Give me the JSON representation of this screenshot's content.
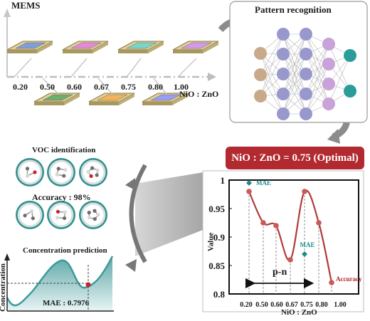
{
  "mems": {
    "axis_label": "MEMS",
    "ratio_axis_label": "NiO : ZnO",
    "ratios": [
      "0.20",
      "0.50",
      "0.60",
      "0.67",
      "0.75",
      "0.80",
      "1.00"
    ],
    "chip_colors": [
      "#7f9fd6",
      "#e48bd6",
      "#7ad6c8",
      "#d49be8",
      "#6fae6b",
      "#f3b45a",
      "#9a9df0"
    ]
  },
  "pattern": {
    "title": "Pattern recognition"
  },
  "banner": {
    "text": "NiO : ZnO = 0.75 (Optimal)"
  },
  "voc": {
    "title": "VOC identification",
    "accuracy_text": "Accuracy : 98%"
  },
  "concentration": {
    "title": "Concentration prediction",
    "ylabel": "Concentration",
    "mae_text": "MAE : 0.7976"
  },
  "chart_data": {
    "type": "line",
    "xlabel": "NiO : ZnO",
    "ylabel": "Value",
    "x_tick_labels": [
      "0.20",
      "0.50",
      "0.60",
      "0.67",
      "0.75",
      "0.80",
      "1.00"
    ],
    "y_tick_labels": [
      "0.8",
      "0.85",
      "0.9",
      "0.95",
      "1"
    ],
    "ylim": [
      0.8,
      1.0
    ],
    "annotation": "p-n",
    "series": [
      {
        "name": "Accuracy",
        "x_index": [
          0,
          1,
          2,
          3,
          4,
          5,
          6
        ],
        "values": [
          0.98,
          0.925,
          0.92,
          0.86,
          0.98,
          0.925,
          0.82
        ]
      },
      {
        "name": "MAE",
        "points": [
          {
            "x_index": 0,
            "value": 0.995
          },
          {
            "x_index": 4,
            "value": 0.87
          }
        ]
      }
    ]
  }
}
